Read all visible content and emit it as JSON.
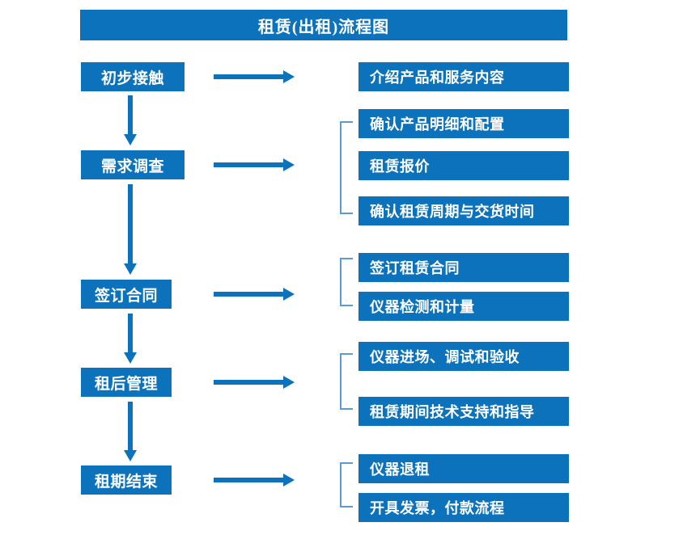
{
  "diagram": {
    "title": "租赁(出租)流程图",
    "accent_color": "#0C72BB",
    "bracket_color": "#5B9BD5",
    "text_color": "#FFFFFF",
    "background_color": "#FFFFFF",
    "stages": [
      {
        "id": "stage-1",
        "label": "初步接触"
      },
      {
        "id": "stage-2",
        "label": "需求调查"
      },
      {
        "id": "stage-3",
        "label": "签订合同"
      },
      {
        "id": "stage-4",
        "label": "租后管理"
      },
      {
        "id": "stage-5",
        "label": "租期结束"
      }
    ],
    "details": [
      {
        "id": "detail-1-1",
        "label": "介绍产品和服务内容"
      },
      {
        "id": "detail-2-1",
        "label": "确认产品明细和配置"
      },
      {
        "id": "detail-2-2",
        "label": "租赁报价"
      },
      {
        "id": "detail-2-3",
        "label": "确认租赁周期与交货时间"
      },
      {
        "id": "detail-3-1",
        "label": "签订租赁合同"
      },
      {
        "id": "detail-3-2",
        "label": "仪器检测和计量"
      },
      {
        "id": "detail-4-1",
        "label": "仪器进场、调试和验收"
      },
      {
        "id": "detail-4-2",
        "label": "租赁期间技术支持和指导"
      },
      {
        "id": "detail-5-1",
        "label": "仪器退租"
      },
      {
        "id": "detail-5-2",
        "label": "开具发票，付款流程"
      }
    ],
    "connectors": {
      "horizontal_arrow_name": "right-arrow-icon",
      "vertical_arrow_name": "down-arrow-icon",
      "bracket_name": "group-bracket-icon"
    }
  }
}
